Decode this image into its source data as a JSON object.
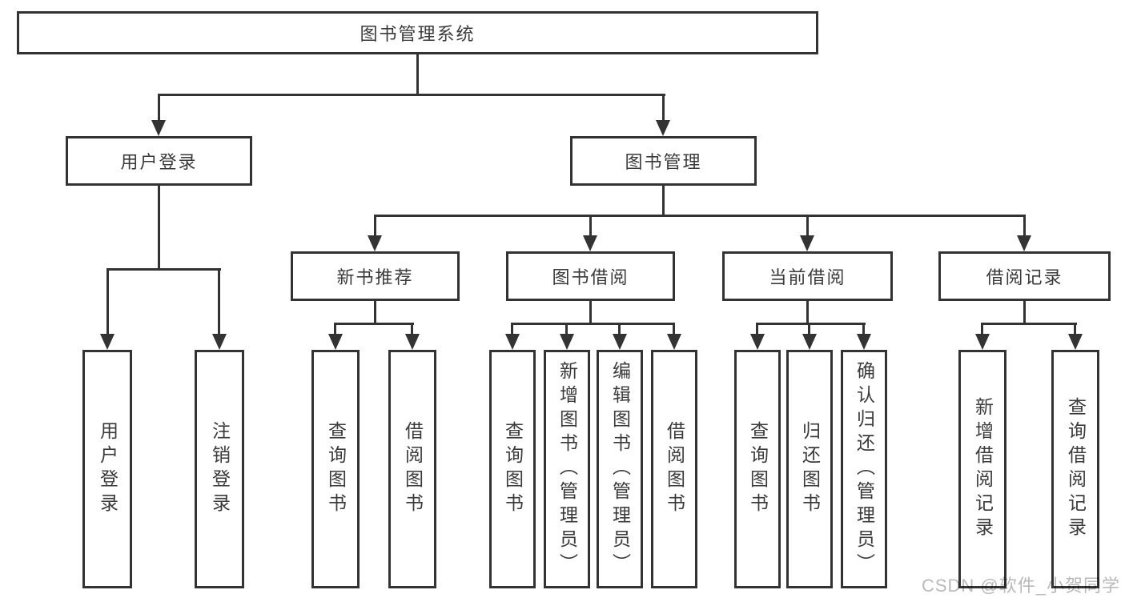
{
  "watermark": "CSDN @软件_小贺同学",
  "colors": {
    "line": "#333333",
    "text": "#3a3a3a",
    "watermark": "#b9b9b9",
    "background": "#ffffff"
  },
  "tree": {
    "root": "图书管理系统",
    "branches": [
      {
        "label": "用户登录",
        "children": [
          "用户登录",
          "注销登录"
        ]
      },
      {
        "label": "图书管理",
        "sections": [
          {
            "label": "新书推荐",
            "children": [
              "查询图书",
              "借阅图书"
            ]
          },
          {
            "label": "图书借阅",
            "children": [
              "查询图书",
              "新增图书（管理员）",
              "编辑图书（管理员）",
              "借阅图书"
            ]
          },
          {
            "label": "当前借阅",
            "children": [
              "查询图书",
              "归还图书",
              "确认归还（管理员）"
            ]
          },
          {
            "label": "借阅记录",
            "children": [
              "新增借阅记录",
              "查询借阅记录"
            ]
          }
        ]
      }
    ]
  }
}
